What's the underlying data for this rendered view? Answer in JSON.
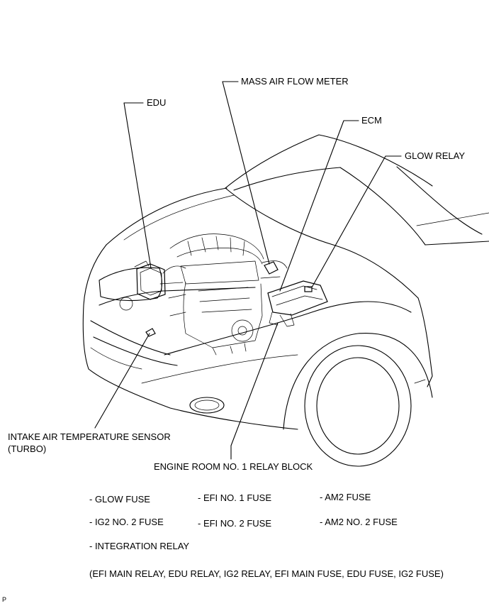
{
  "callouts": {
    "mass_air_flow_meter": "MASS AIR FLOW METER",
    "edu": "EDU",
    "ecm": "ECM",
    "glow_relay": "GLOW RELAY",
    "intake_air_temp_sensor": "INTAKE AIR TEMPERATURE SENSOR\n(TURBO)",
    "engine_room_relay_block": "ENGINE ROOM NO. 1 RELAY BLOCK"
  },
  "relay_block_contents": {
    "glow_fuse": "- GLOW FUSE",
    "efi_no1_fuse": "- EFI NO. 1 FUSE",
    "am2_fuse": "- AM2 FUSE",
    "ig2_no2_fuse": "- IG2 NO. 2 FUSE",
    "efi_no2_fuse": "- EFI NO. 2 FUSE",
    "am2_no2_fuse": "- AM2 NO. 2 FUSE",
    "integration_relay": "- INTEGRATION RELAY",
    "integration_relay_contents": "(EFI MAIN RELAY, EDU RELAY, IG2 RELAY, EFI MAIN FUSE, EDU FUSE, IG2 FUSE)"
  },
  "figure_code": "P"
}
